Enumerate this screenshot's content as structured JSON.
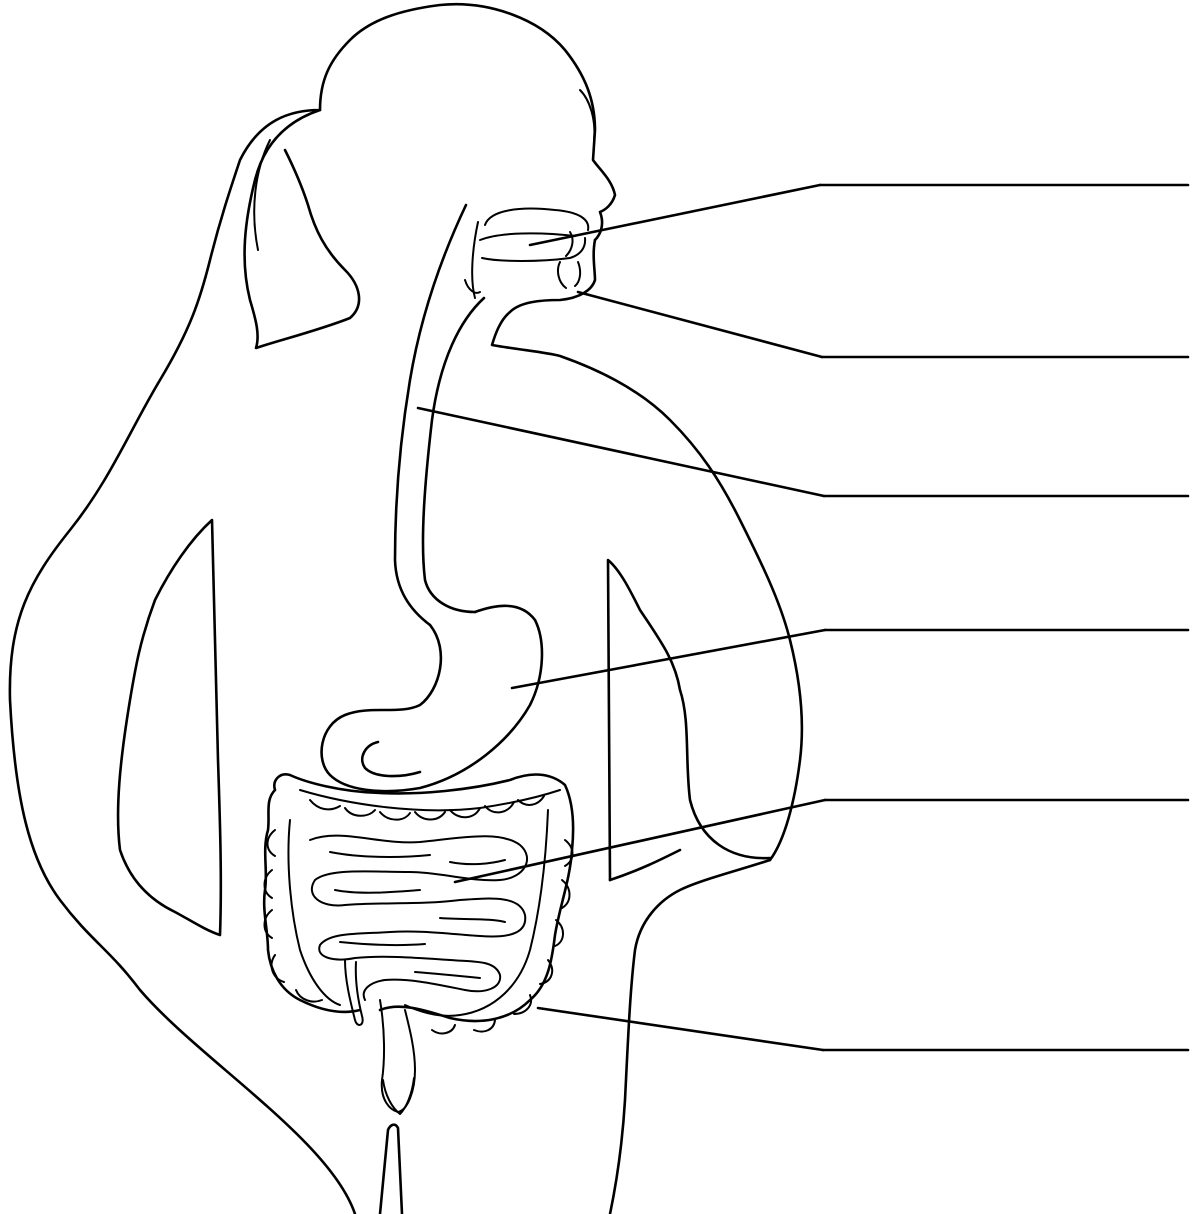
{
  "diagram": {
    "labels": [
      {
        "id": "label-1",
        "text": ""
      },
      {
        "id": "label-2",
        "text": ""
      },
      {
        "id": "label-3",
        "text": ""
      },
      {
        "id": "label-4",
        "text": ""
      },
      {
        "id": "label-5",
        "text": ""
      },
      {
        "id": "label-6",
        "text": ""
      }
    ],
    "colors": {
      "ink": "#000000",
      "background": "#ffffff"
    }
  }
}
